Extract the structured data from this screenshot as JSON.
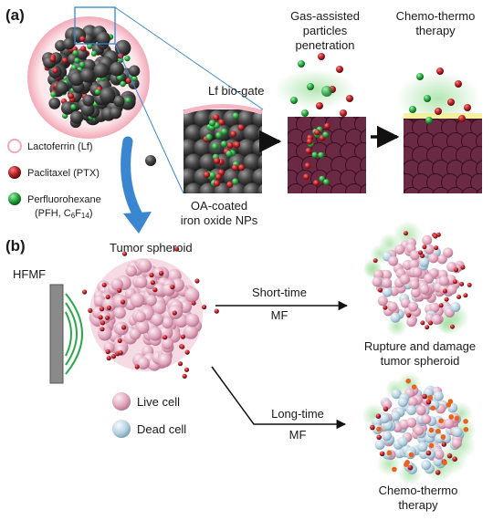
{
  "panel_a": {
    "label": "(a)",
    "bio_gate": "Lf bio-gate",
    "penetration_line1": "Gas-assisted",
    "penetration_line2": "particles",
    "penetration_line3": "penetration",
    "therapy_line1": "Chemo-thermo",
    "therapy_line2": "therapy",
    "np_line1": "OA-coated",
    "np_line2": "iron oxide NPs",
    "legend": [
      {
        "text": "Lactoferrin (Lf)",
        "color": "#f7cfd6"
      },
      {
        "text": "Paclitaxel (PTX)",
        "color": "#b01e24"
      },
      {
        "text": "Perfluorohexane",
        "color": "#25a03a"
      }
    ],
    "legend_sub_prefix": "(PFH, C",
    "legend_sub_1": "6",
    "legend_sub_mid": "F",
    "legend_sub_2": "14",
    "legend_sub_suffix": ")"
  },
  "panel_b": {
    "label": "(b)",
    "hfmf": "HFMF",
    "spheroid": "Tumor spheroid",
    "short_line1": "Short-time",
    "short_line2": "MF",
    "long_line1": "Long-time",
    "long_line2": "MF",
    "rupture_line1": "Rupture and damage",
    "rupture_line2": "tumor spheroid",
    "therapy_line1": "Chemo-thermo",
    "therapy_line2": "therapy",
    "live_cell": "Live cell",
    "dead_cell": "Dead cell"
  },
  "colors": {
    "nanoparticle": "#3c3c3c",
    "ptx": "#b01e24",
    "pfh": "#25a03a",
    "lactoferrin": "#f7cfd6",
    "arrow_blue": "#3a86d0",
    "live_cell": "#e8b7c8",
    "dead_cell": "#b8d2e0",
    "field_lines": "#2aa84a",
    "tissue": "#5a1e34"
  }
}
